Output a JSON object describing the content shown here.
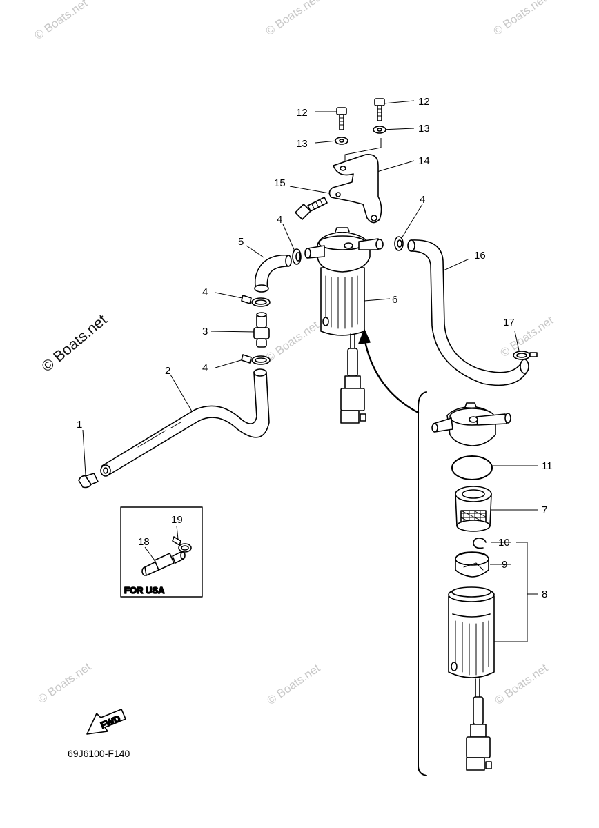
{
  "watermarks": {
    "small": "© Boats.net",
    "large": "© Boats.net"
  },
  "callouts": {
    "c1": "1",
    "c2": "2",
    "c3": "3",
    "c4a": "4",
    "c4b": "4",
    "c4c": "4",
    "c4d": "4",
    "c5": "5",
    "c6": "6",
    "c7": "7",
    "c8": "8",
    "c9": "9",
    "c10": "10",
    "c11": "11",
    "c12a": "12",
    "c12b": "12",
    "c13a": "13",
    "c13b": "13",
    "c14": "14",
    "c15": "15",
    "c16": "16",
    "c17": "17",
    "c18": "18",
    "c19": "19"
  },
  "inset": {
    "label": "FOR USA"
  },
  "fwd_badge": "FWD",
  "diagram_code": "69J6100-F140"
}
